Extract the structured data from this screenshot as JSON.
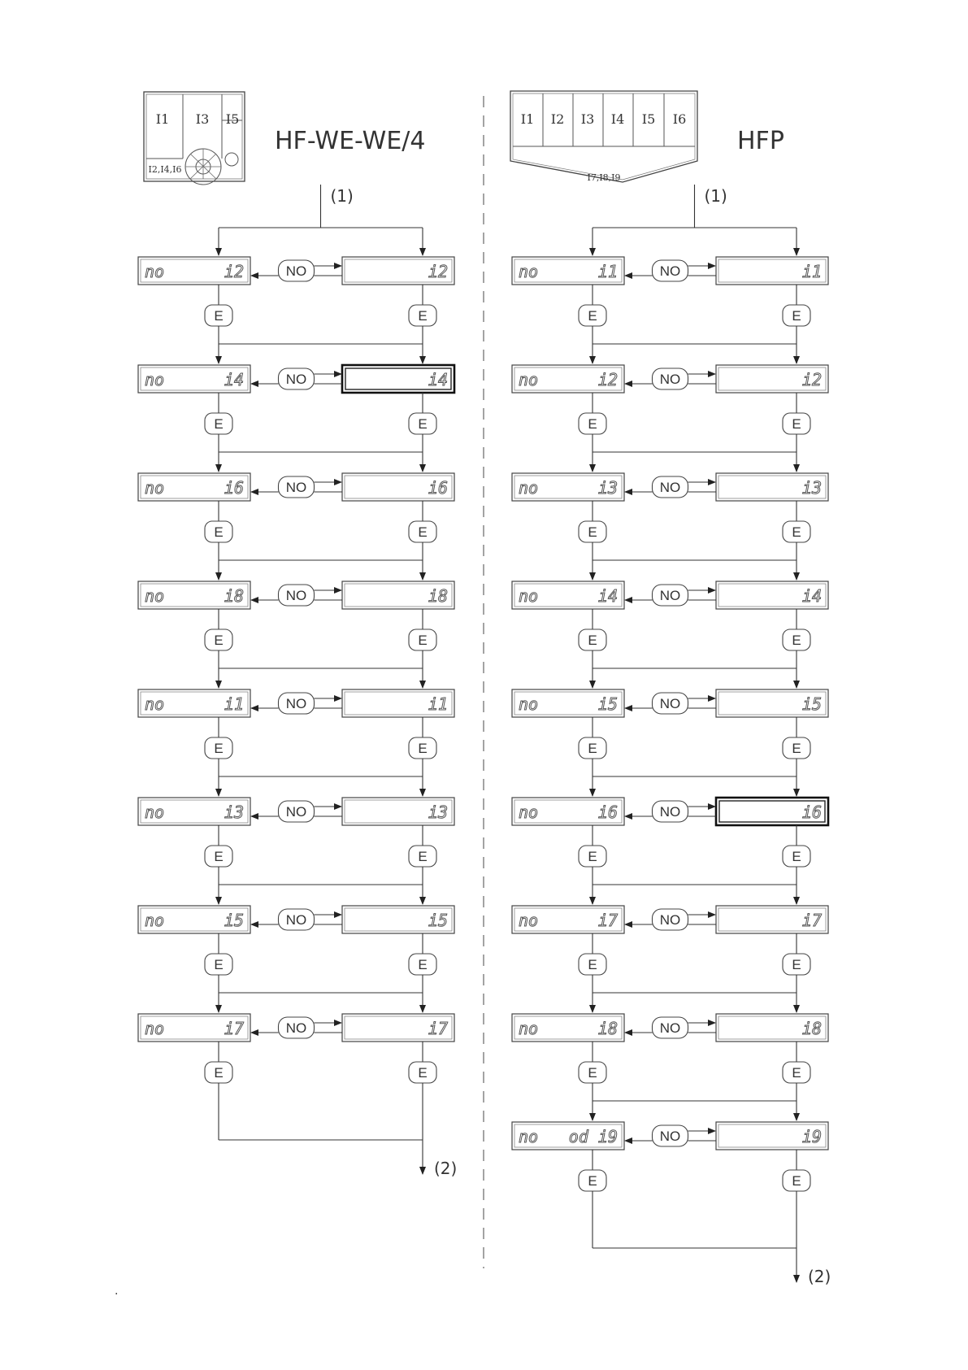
{
  "left": {
    "title": "HF-WE-WE/4",
    "panel_cells": [
      "I1",
      "I3",
      "I5"
    ],
    "panel_bottom": "I2,I4,I6",
    "entry": "(1)",
    "exit": "(2)",
    "rows": [
      {
        "left_display": "no",
        "left_code": "i2",
        "right_code": "i2"
      },
      {
        "left_display": "no",
        "left_code": "i4",
        "right_code": "i4"
      },
      {
        "left_display": "no",
        "left_code": "i6",
        "right_code": "i6"
      },
      {
        "left_display": "no",
        "left_code": "i8",
        "right_code": "i8"
      },
      {
        "left_display": "no",
        "left_code": "i1",
        "right_code": "i1"
      },
      {
        "left_display": "no",
        "left_code": "i3",
        "right_code": "i3"
      },
      {
        "left_display": "no",
        "left_code": "i5",
        "right_code": "i5"
      },
      {
        "left_display": "no",
        "left_code": "i7",
        "right_code": "i7"
      }
    ],
    "highlight_row": 1
  },
  "right": {
    "title": "HFP",
    "panel_cells": [
      "I1",
      "I2",
      "I3",
      "I4",
      "I5",
      "I6"
    ],
    "panel_bottom": "I7,I8,I9",
    "entry": "(1)",
    "exit": "(2)",
    "rows": [
      {
        "left_display": "no",
        "left_code": "i1",
        "right_code": "i1"
      },
      {
        "left_display": "no",
        "left_code": "i2",
        "right_code": "i2"
      },
      {
        "left_display": "no",
        "left_code": "i3",
        "right_code": "i3"
      },
      {
        "left_display": "no",
        "left_code": "i4",
        "right_code": "i4"
      },
      {
        "left_display": "no",
        "left_code": "i5",
        "right_code": "i5"
      },
      {
        "left_display": "no",
        "left_code": "i6",
        "right_code": "i6"
      },
      {
        "left_display": "no",
        "left_code": "i7",
        "right_code": "i7"
      },
      {
        "left_display": "no",
        "left_code": "i8",
        "right_code": "i8"
      },
      {
        "left_display": "no",
        "left_code": "od i9",
        "right_code": "i9"
      }
    ],
    "highlight_row": 5
  },
  "buttons": {
    "no": "NO",
    "enter": "E"
  },
  "footnote": "."
}
